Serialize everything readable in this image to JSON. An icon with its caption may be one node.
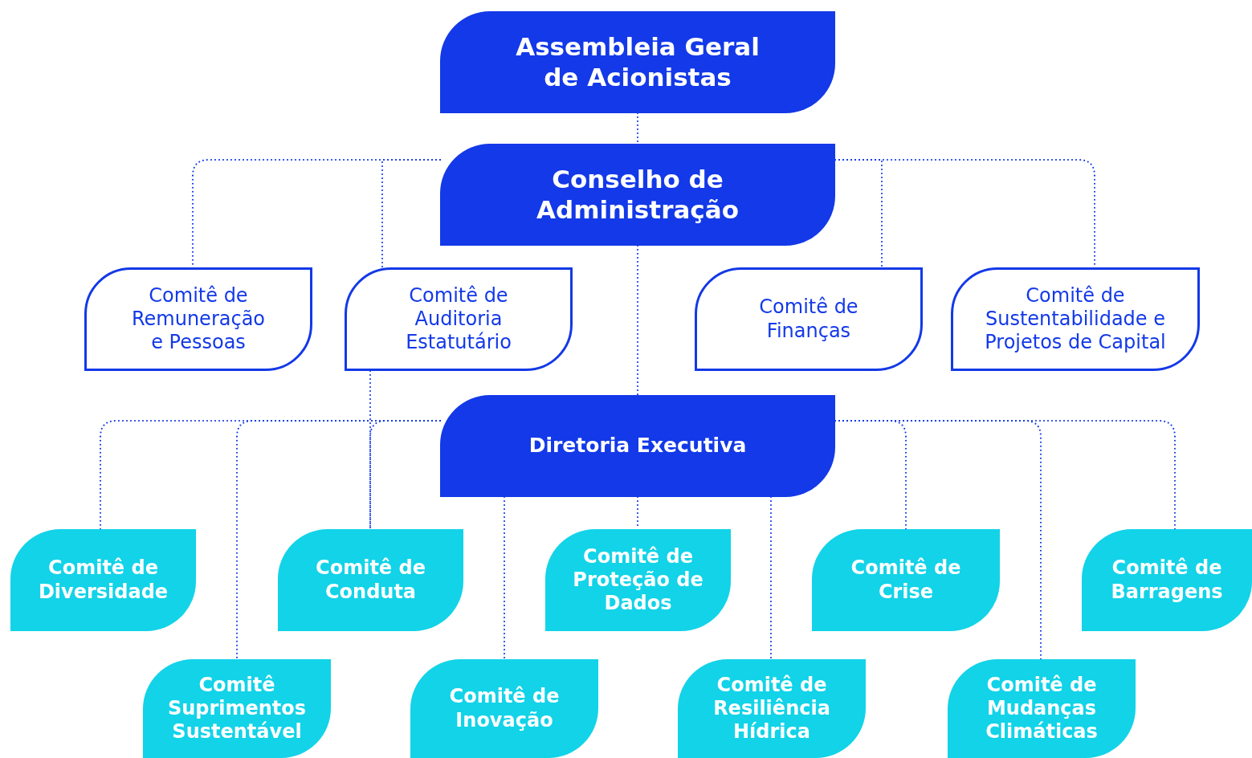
{
  "diagram": {
    "nodes": [
      {
        "text": [
          "Assembleia Geral de Acionistas"
        ]
      },
      {
        "text": [
          "Conselho de Administração"
        ]
      },
      {
        "text": [
          "Comitê de Remuneração e Pessoas"
        ]
      },
      {
        "text": [
          "Comitê de Auditoria Estatutário"
        ]
      },
      {
        "text": [
          "Comitê de Finanças"
        ]
      },
      {
        "text": [
          "Comitê de Sustentabilidade e Projetos de Capital"
        ]
      },
      {
        "text": [
          "Diretoria Executiva"
        ]
      },
      {
        "text": [
          "Comitê de Diversidade"
        ]
      },
      {
        "text": [
          "Comitê de Conduta"
        ]
      },
      {
        "text": [
          "Comitê de Proteção de Dados"
        ]
      },
      {
        "text": [
          "Comitê de Crise"
        ]
      },
      {
        "text": [
          "Comitê de Barragens"
        ]
      },
      {
        "text": [
          "Comitê Suprimentos Sustentável"
        ]
      },
      {
        "text": [
          "Comitê de Inovação"
        ]
      },
      {
        "text": [
          "Comitê de Resiliência Hídrica"
        ]
      },
      {
        "text": [
          "Comitê de Mudanças Climáticas"
        ]
      }
    ],
    "edges": [
      {
        "from": 0,
        "to": 1,
        "arrow": "none"
      },
      {
        "from": 1,
        "to": 2,
        "arrow": "none"
      },
      {
        "from": 1,
        "to": 3,
        "arrow": "none"
      },
      {
        "from": 1,
        "to": 4,
        "arrow": "none"
      },
      {
        "from": 1,
        "to": 5,
        "arrow": "none"
      },
      {
        "from": 1,
        "to": 6,
        "arrow": "none"
      },
      {
        "from": 6,
        "to": 7,
        "arrow": "none"
      },
      {
        "from": 6,
        "to": 12,
        "arrow": "none"
      },
      {
        "from": 6,
        "to": 8,
        "arrow": "none"
      },
      {
        "from": 3,
        "to": 8,
        "arrow": "none"
      },
      {
        "from": 6,
        "to": 13,
        "arrow": "none"
      },
      {
        "from": 6,
        "to": 9,
        "arrow": "none"
      },
      {
        "from": 6,
        "to": 14,
        "arrow": "none"
      },
      {
        "from": 6,
        "to": 10,
        "arrow": "none"
      },
      {
        "from": 6,
        "to": 15,
        "arrow": "none"
      },
      {
        "from": 6,
        "to": 11,
        "arrow": "none"
      }
    ]
  }
}
